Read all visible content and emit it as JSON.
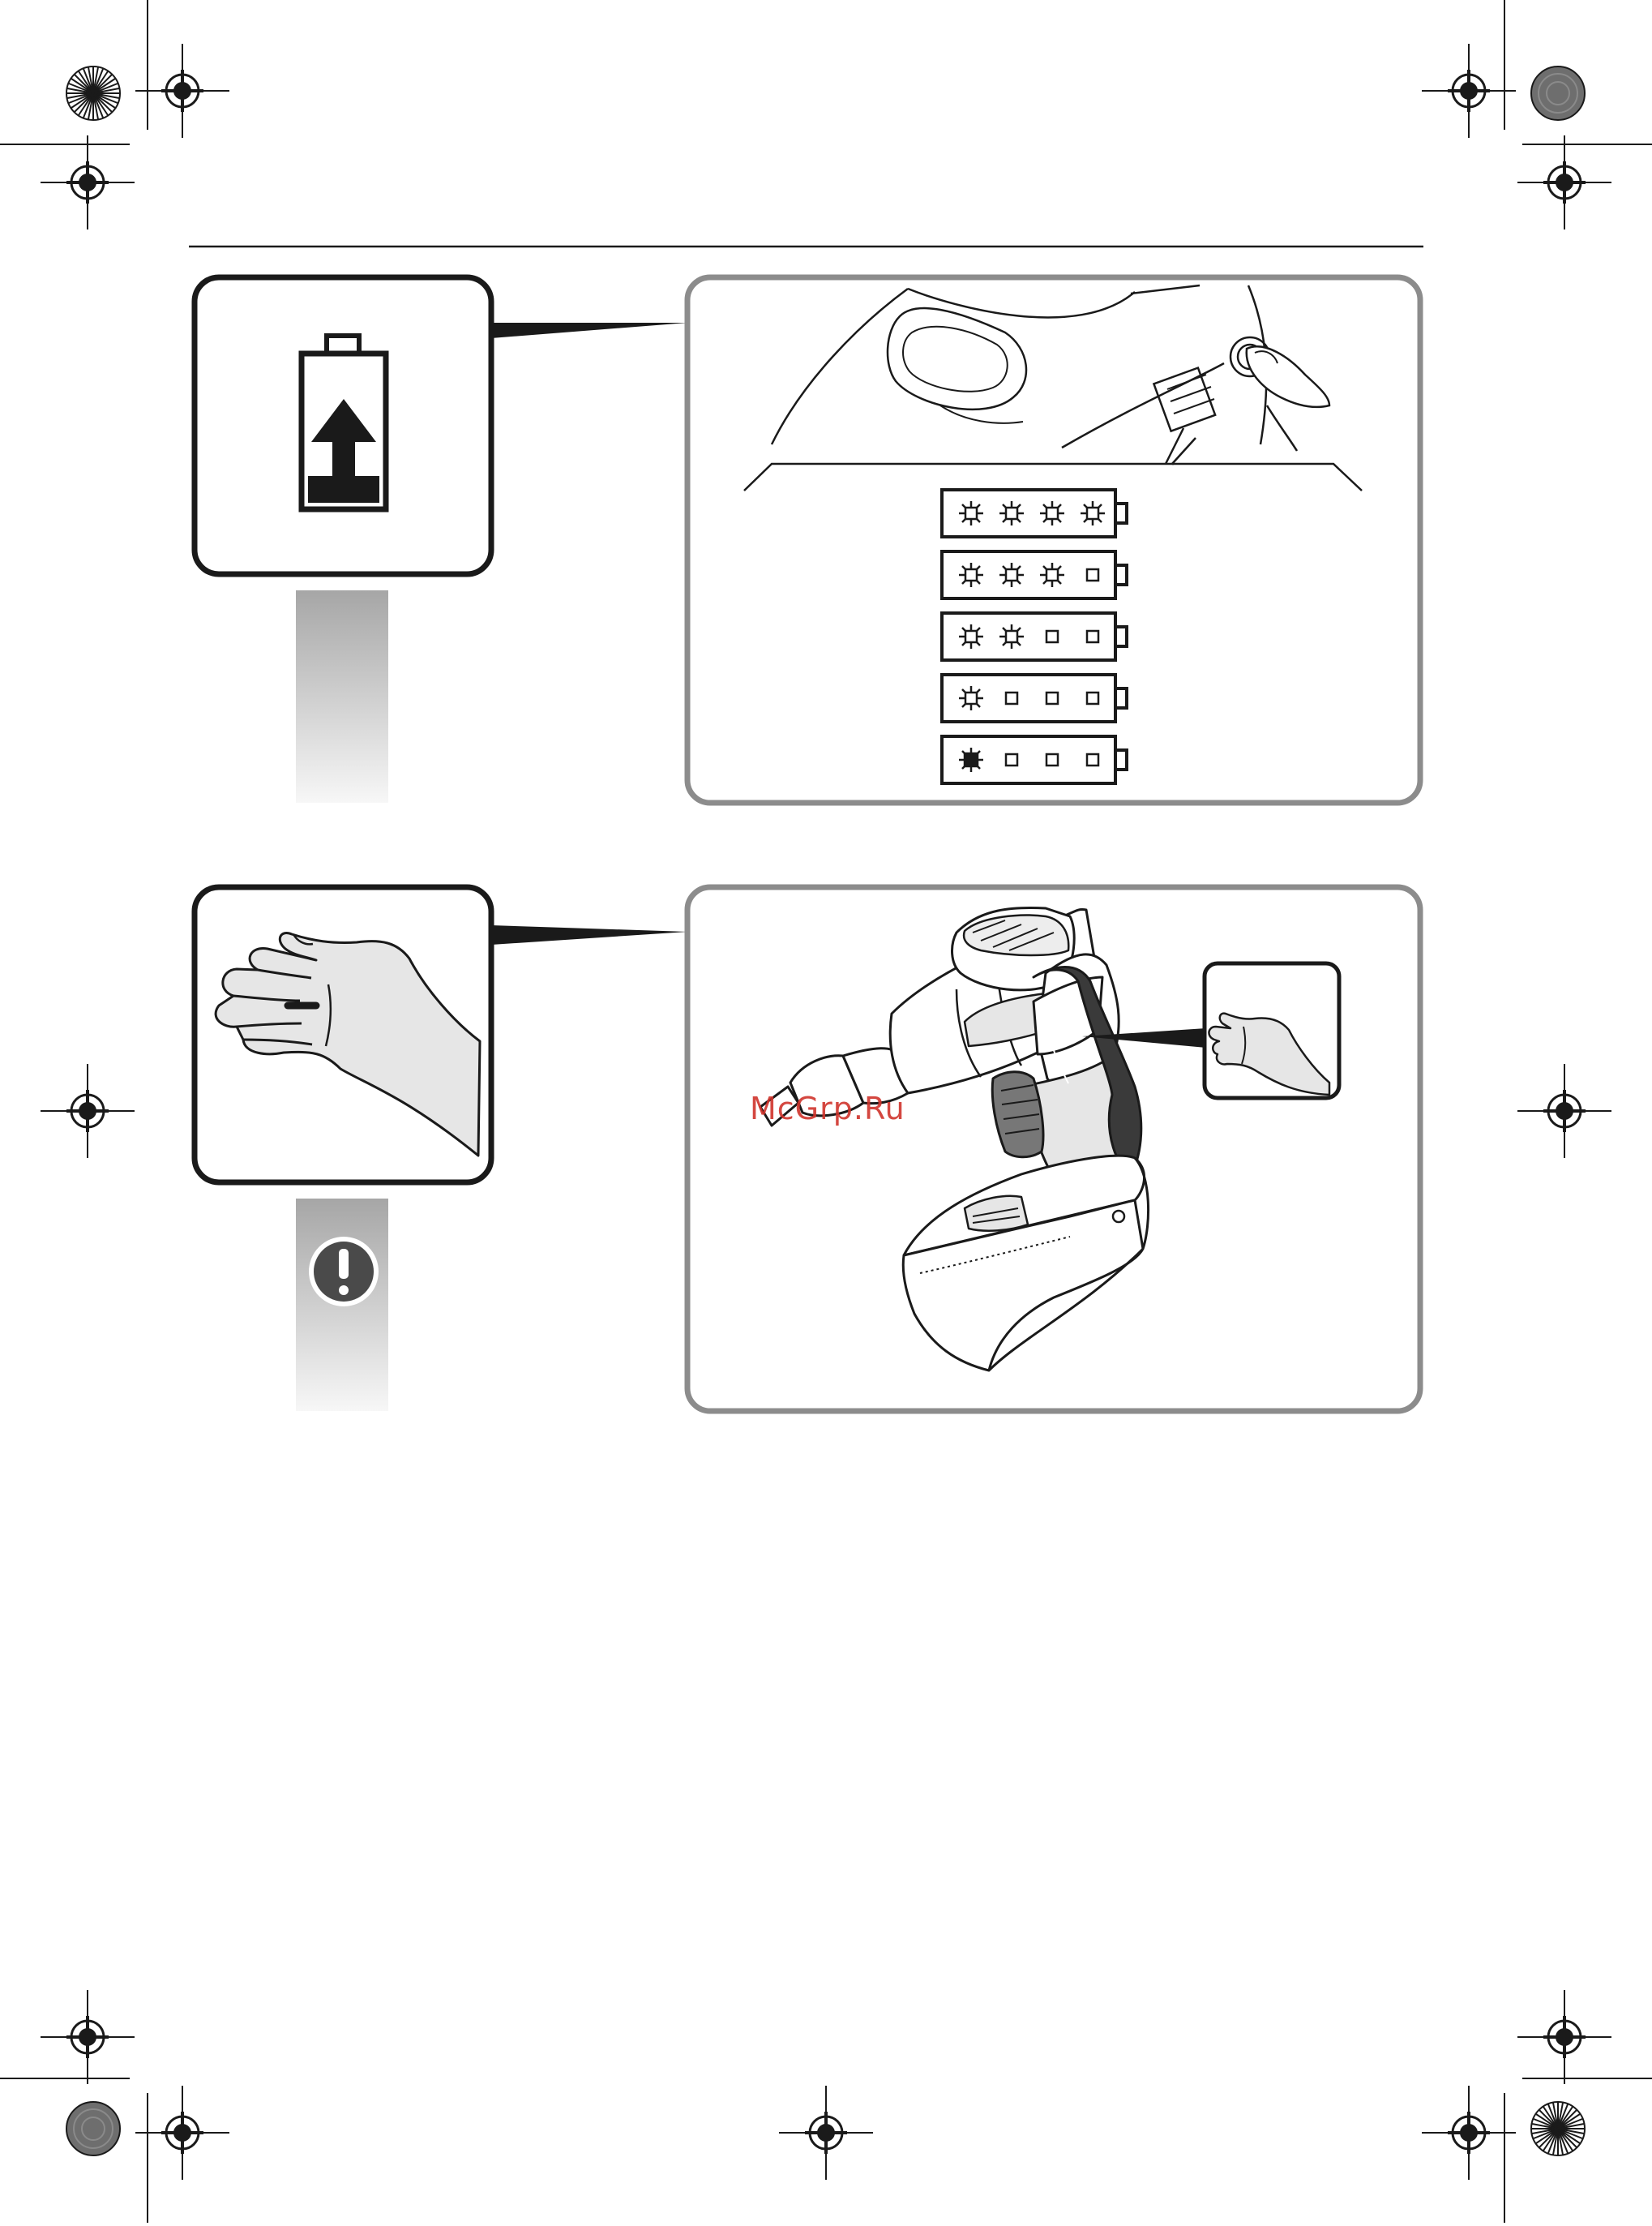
{
  "watermark": {
    "text": "McGrp.Ru",
    "color": "#d0342c"
  },
  "colors": {
    "line": "#1a1a1a",
    "frame_gray": "#8c8c8c",
    "tool_dark": "#3a3a3a",
    "tool_light": "#e6e6e6",
    "grip_gray": "#777777"
  },
  "icons": [
    "registration-mark-icon",
    "color-calibration-wheel-icon",
    "battery-charge-icon",
    "hand-icon",
    "warning-exclamation-icon",
    "led-star-icon",
    "led-square-icon"
  ],
  "battery_indicator": {
    "levels": [
      {
        "lit_leds": 4,
        "total_leds": 4
      },
      {
        "lit_leds": 3,
        "total_leds": 4
      },
      {
        "lit_leds": 2,
        "total_leds": 4
      },
      {
        "lit_leds": 1,
        "total_leds": 4
      },
      {
        "lit_leds": 1,
        "total_leds": 4,
        "blinking": true
      }
    ]
  }
}
